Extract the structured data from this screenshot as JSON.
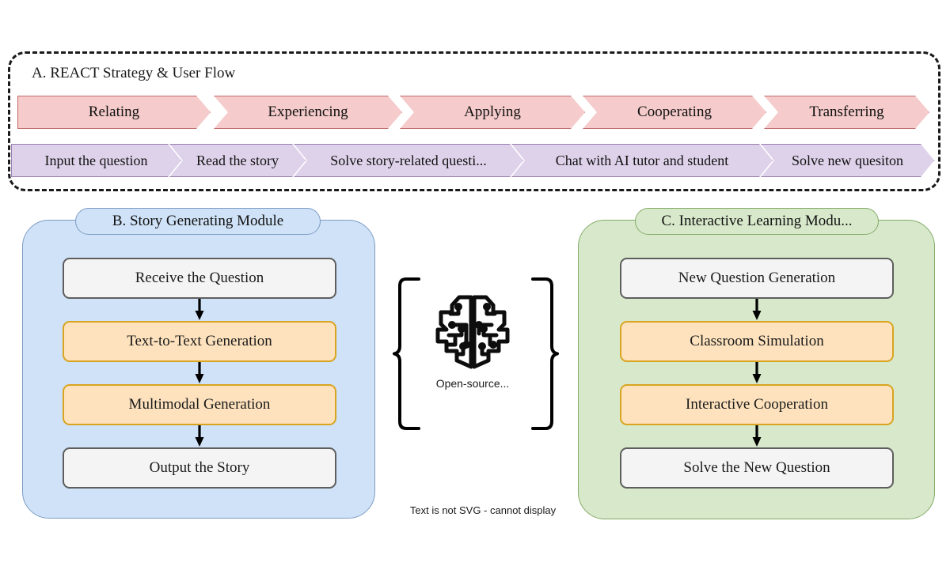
{
  "sections": {
    "a": {
      "title": "A. REACT Strategy & User Flow",
      "react_steps": [
        {
          "label": "Relating"
        },
        {
          "label": "Experiencing"
        },
        {
          "label": "Applying"
        },
        {
          "label": "Cooperating"
        },
        {
          "label": "Transferring"
        }
      ],
      "user_flow_steps": [
        {
          "label": "Input the question"
        },
        {
          "label": "Read the story"
        },
        {
          "label": "Solve story-related questi..."
        },
        {
          "label": "Chat with AI tutor and student"
        },
        {
          "label": "Solve new quesiton"
        }
      ]
    },
    "b": {
      "title": "B. Story Generating Module",
      "steps": [
        {
          "label": "Receive the Question",
          "style": "grey"
        },
        {
          "label": "Text-to-Text Generation",
          "style": "orange"
        },
        {
          "label": "Multimodal Generation",
          "style": "orange"
        },
        {
          "label": "Output the Story",
          "style": "grey"
        }
      ]
    },
    "c": {
      "title": "C. Interactive Learning Modu...",
      "steps": [
        {
          "label": "New Question Generation",
          "style": "grey"
        },
        {
          "label": "Classroom Simulation",
          "style": "orange"
        },
        {
          "label": "Interactive Cooperation",
          "style": "orange"
        },
        {
          "label": "Solve the New Question",
          "style": "grey"
        }
      ]
    },
    "center": {
      "icon_name": "ai-brain-circuit-icon",
      "label": "Open-source..."
    }
  },
  "footer": {
    "note": "Text is not SVG - cannot display"
  },
  "colors": {
    "react_fill": "#f5cbcb",
    "react_border": "#c06a6a",
    "flow_fill": "#ded2ea",
    "flow_border": "#9a7fae",
    "panel_b_fill": "#cfe2f7",
    "panel_b_border": "#7d9cc4",
    "panel_c_fill": "#d8e9cb",
    "panel_c_border": "#83ab69",
    "box_grey_fill": "#f4f4f4",
    "box_grey_border": "#5e5e5e",
    "box_orange_fill": "#fde2bd",
    "box_orange_border": "#d9a420",
    "dashed_border": "#1a1a1a"
  }
}
